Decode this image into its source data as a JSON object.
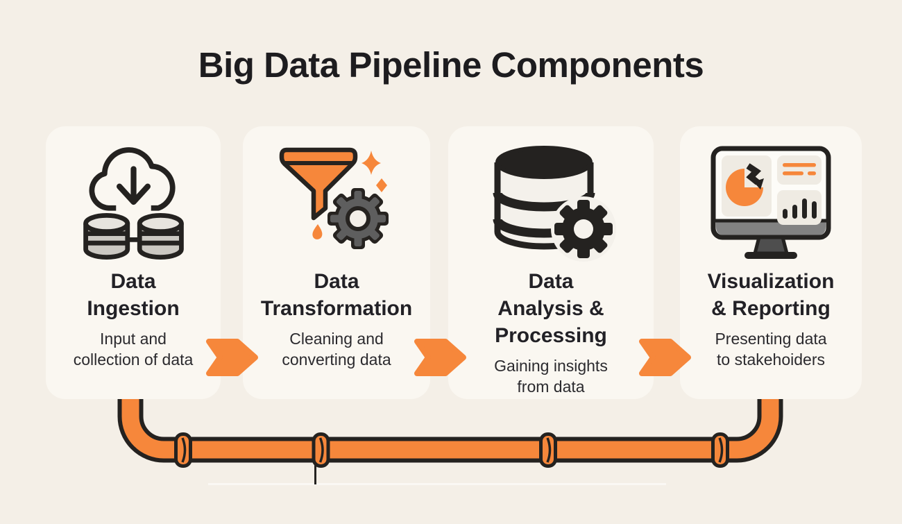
{
  "title": "Big Data Pipeline Components",
  "cards": [
    {
      "id": "data-ingestion",
      "title": "Data\nIngestion",
      "description": "Input and\ncollection of data",
      "icon": "cloud-download-databases-icon"
    },
    {
      "id": "data-transformation",
      "title": "Data\nTransformation",
      "description": "Cleaning and\nconverting data",
      "icon": "funnel-gear-sparkles-icon"
    },
    {
      "id": "data-analysis-processing",
      "title": "Data\nAnalysis &\nProcessing",
      "description": "Gaining insights\nfrom data",
      "icon": "database-stack-gear-icon"
    },
    {
      "id": "visualization-reporting",
      "title": "Visualization\n& Reporting",
      "description": "Presenting data\nto stakehoiders",
      "icon": "monitor-dashboard-icon"
    }
  ],
  "connectors": {
    "flow_arrow_count": 3,
    "pipe_coupling_count": 4,
    "pipe_shape": "u-shaped pipe from card 1 bottom to card 4 bottom"
  },
  "colors": {
    "background": "#F4EFE7",
    "card": "#FAF7F1",
    "accent_orange": "#F6873B",
    "outline_dark": "#262420",
    "title_text": "#1D1C1F",
    "gear_gray": "#5E5E5E",
    "cylinder_gray": "#CBC8C2",
    "screen_panel": "#EFEBE3"
  }
}
